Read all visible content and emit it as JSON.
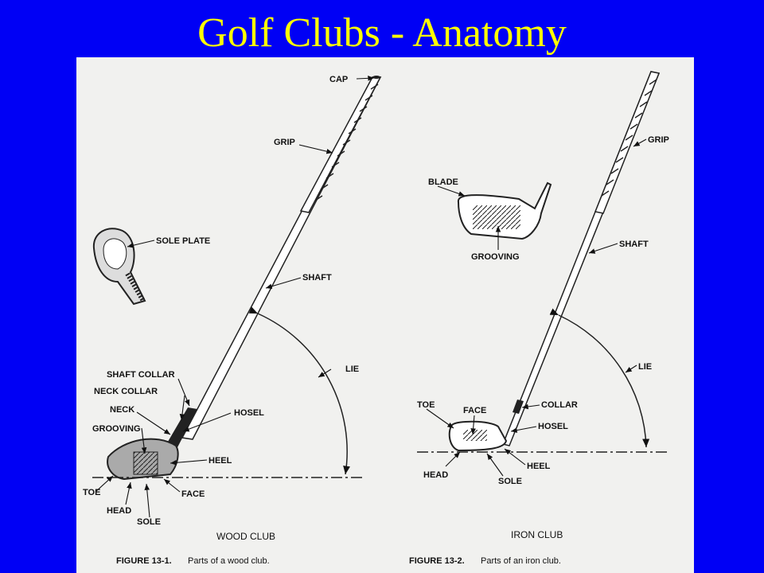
{
  "title": "Golf Clubs - Anatomy",
  "wood": {
    "labels": {
      "cap": "CAP",
      "grip": "GRIP",
      "sole_plate": "SOLE PLATE",
      "shaft": "SHAFT",
      "lie": "LIE",
      "shaft_collar": "SHAFT COLLAR",
      "neck_collar": "NECK COLLAR",
      "neck": "NECK",
      "hosel": "HOSEL",
      "grooving": "GROOVING",
      "heel": "HEEL",
      "toe": "TOE",
      "face": "FACE",
      "head": "HEAD",
      "sole": "SOLE"
    },
    "club_name": "WOOD CLUB",
    "figure_number": "FIGURE 13-1.",
    "figure_caption": "Parts of a wood club."
  },
  "iron": {
    "labels": {
      "grip": "GRIP",
      "blade": "BLADE",
      "grooving": "GROOVING",
      "shaft": "SHAFT",
      "lie": "LIE",
      "toe": "TOE",
      "face": "FACE",
      "collar": "COLLAR",
      "hosel": "HOSEL",
      "heel": "HEEL",
      "head": "HEAD",
      "sole": "SOLE"
    },
    "club_name": "IRON CLUB",
    "figure_number": "FIGURE 13-2.",
    "figure_caption": "Parts of an iron club."
  }
}
